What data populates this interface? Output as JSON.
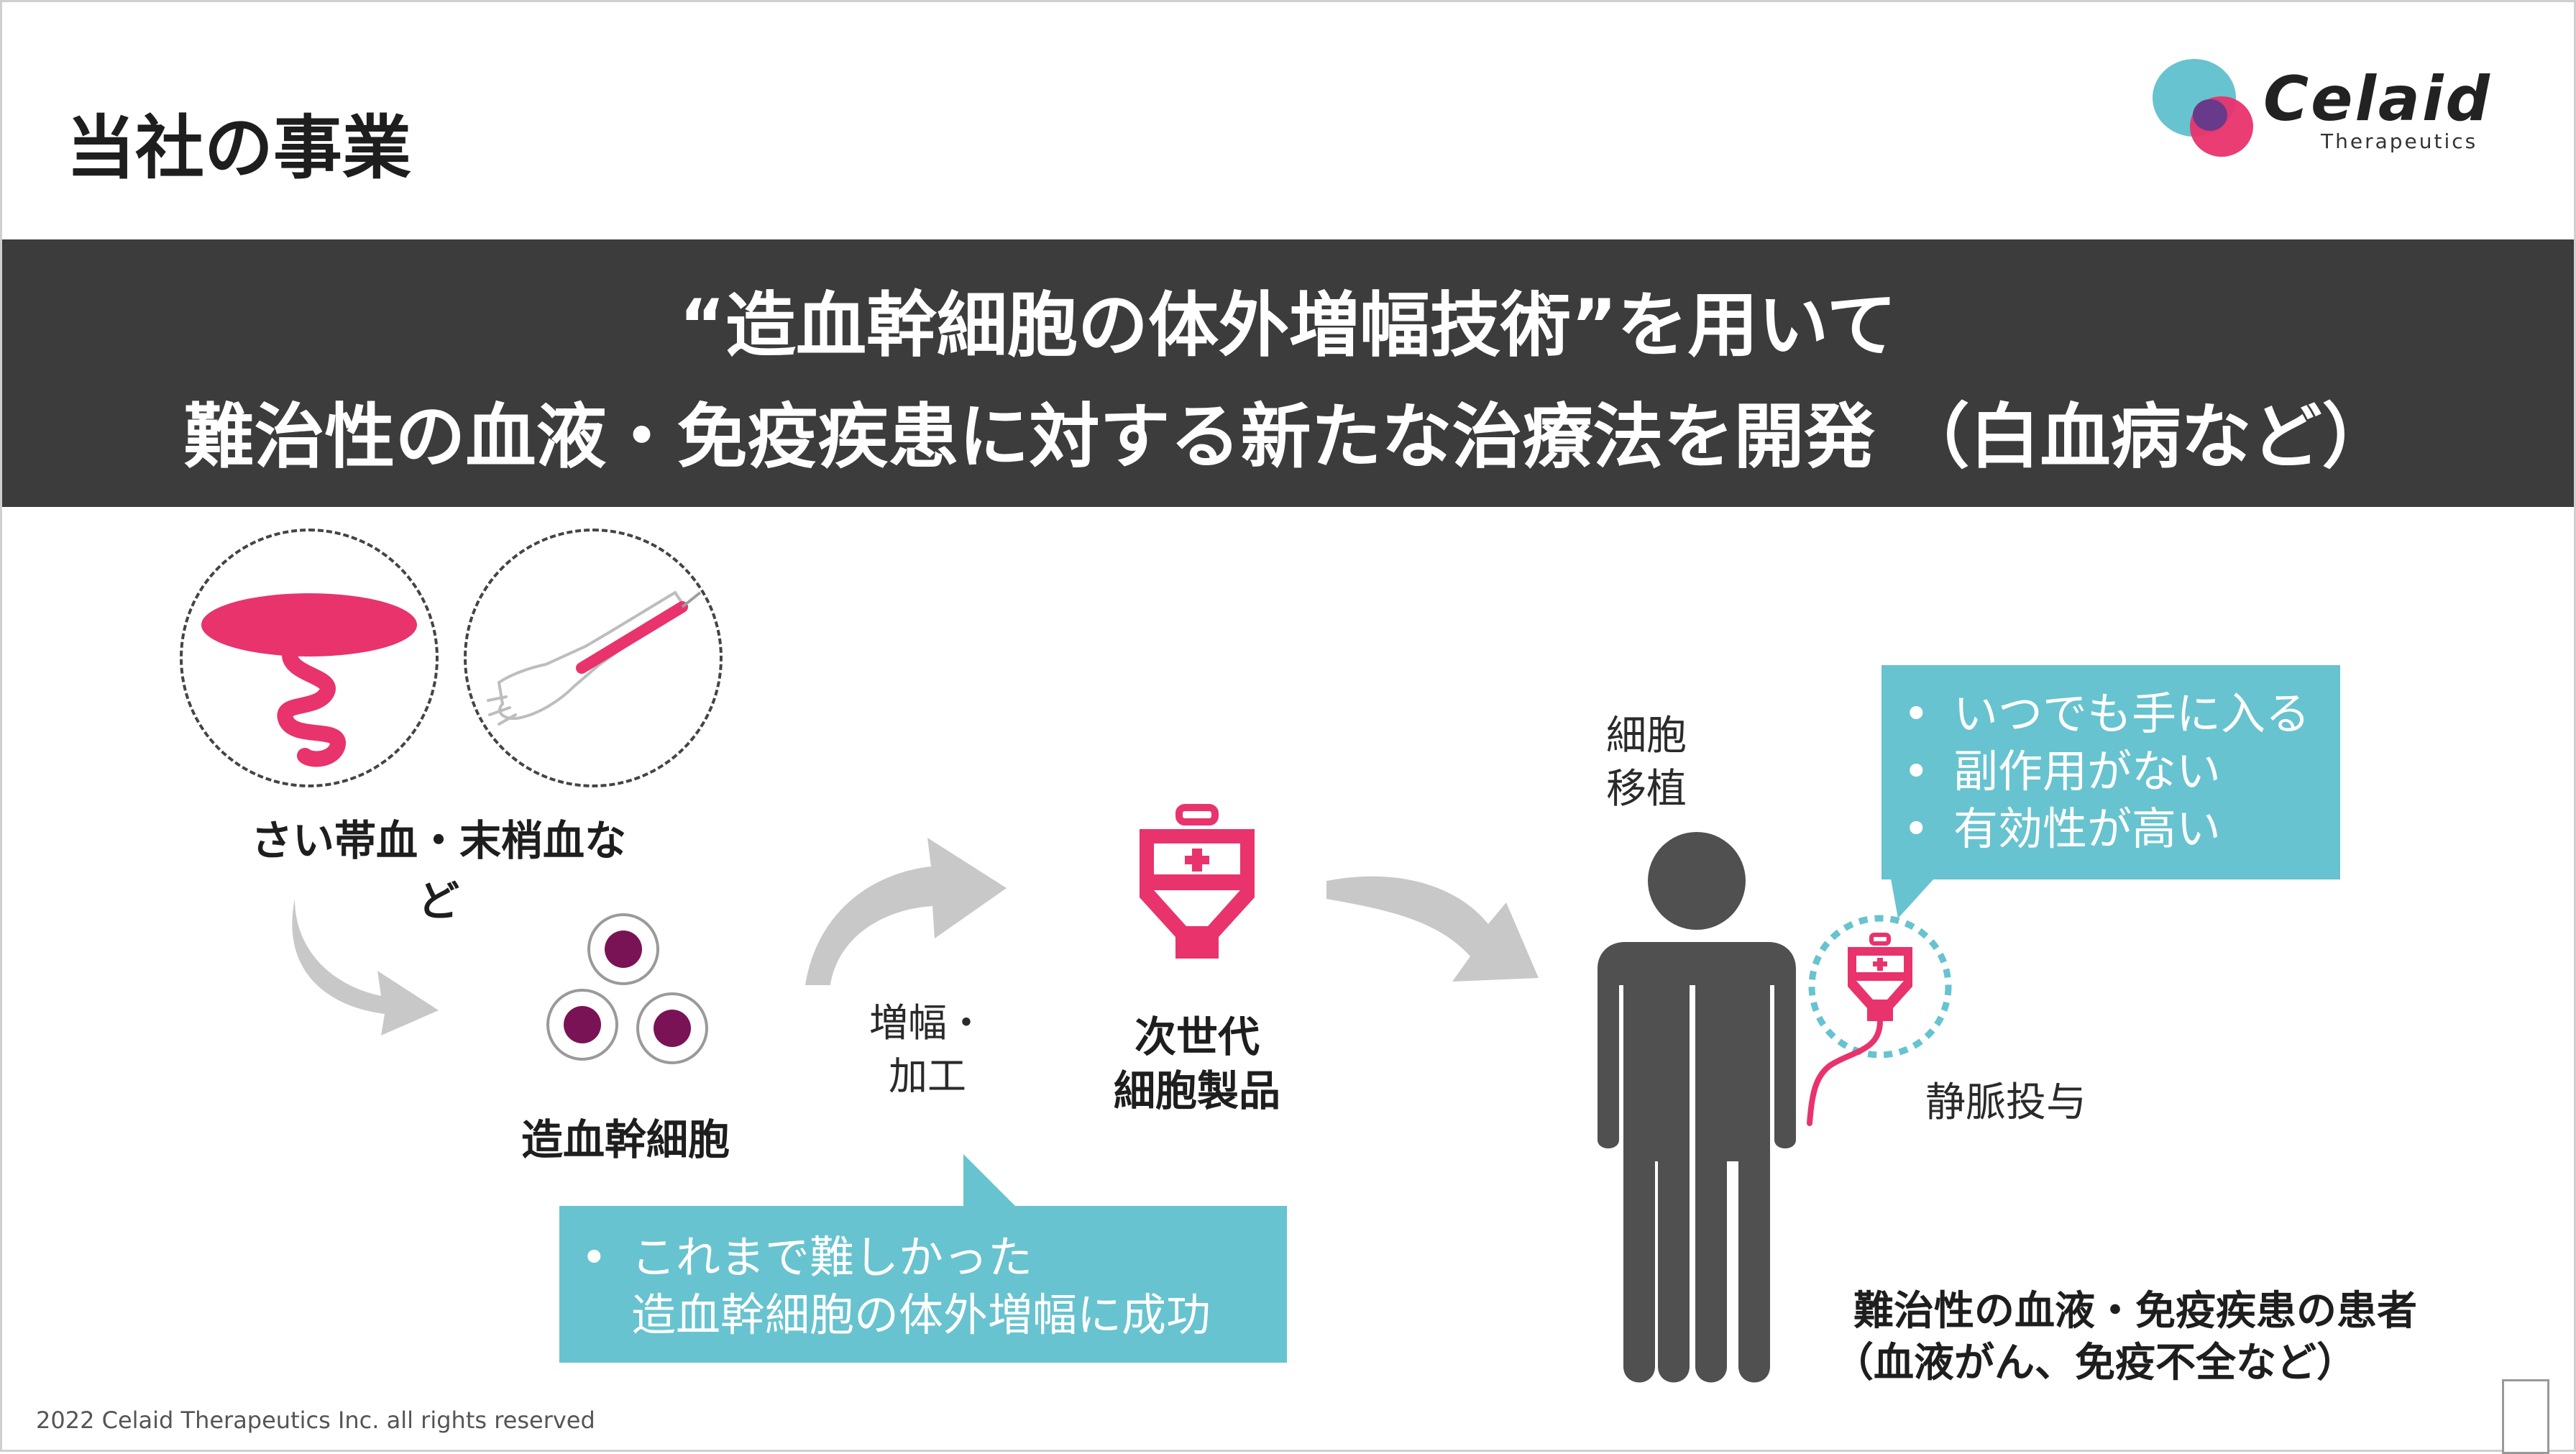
{
  "header": {
    "title": "当社の事業",
    "logo_word": "Celaid",
    "logo_sub": "Therapeutics"
  },
  "banner": {
    "line1": "“造血幹細胞の体外増幅技術”を用いて",
    "line2": "難治性の血液・免疫疾患に対する新たな治療法を開発 （白血病など）"
  },
  "flow": {
    "source_label": "さい帯血・末梢血など",
    "stem_cell_label": "造血幹細胞",
    "process_label_1": "増幅・",
    "process_label_2": "加工",
    "product_label_1": "次世代",
    "product_label_2": "細胞製品",
    "transplant_label_1": "細胞",
    "transplant_label_2": "移植",
    "iv_label": "静脈投与",
    "patient_label_1": "難治性の血液・免疫疾患の患者",
    "patient_label_2": "（血液がん、免疫不全など）"
  },
  "callout_benefits": {
    "items": [
      "いつでも手に入る",
      "副作用がない",
      "有効性が高い"
    ]
  },
  "callout_success": {
    "items": [
      "これまで難しかった\n造血幹細胞の体外増幅に成功"
    ]
  },
  "icons": {
    "placenta": "placenta-icon",
    "arm": "arm-blood-draw-icon",
    "cells": "stem-cells-icon",
    "blood_bag": "blood-bag-icon",
    "person": "person-icon"
  },
  "colors": {
    "banner_bg": "#3c3c3c",
    "accent_pink": "#e8336d",
    "callout_teal": "#67c3cf",
    "arrow_gray": "#c8c8c8",
    "cell_purple": "#7a1355",
    "person_gray": "#505050"
  },
  "footer": {
    "copyright": "2022 Celaid Therapeutics Inc. all rights reserved"
  }
}
